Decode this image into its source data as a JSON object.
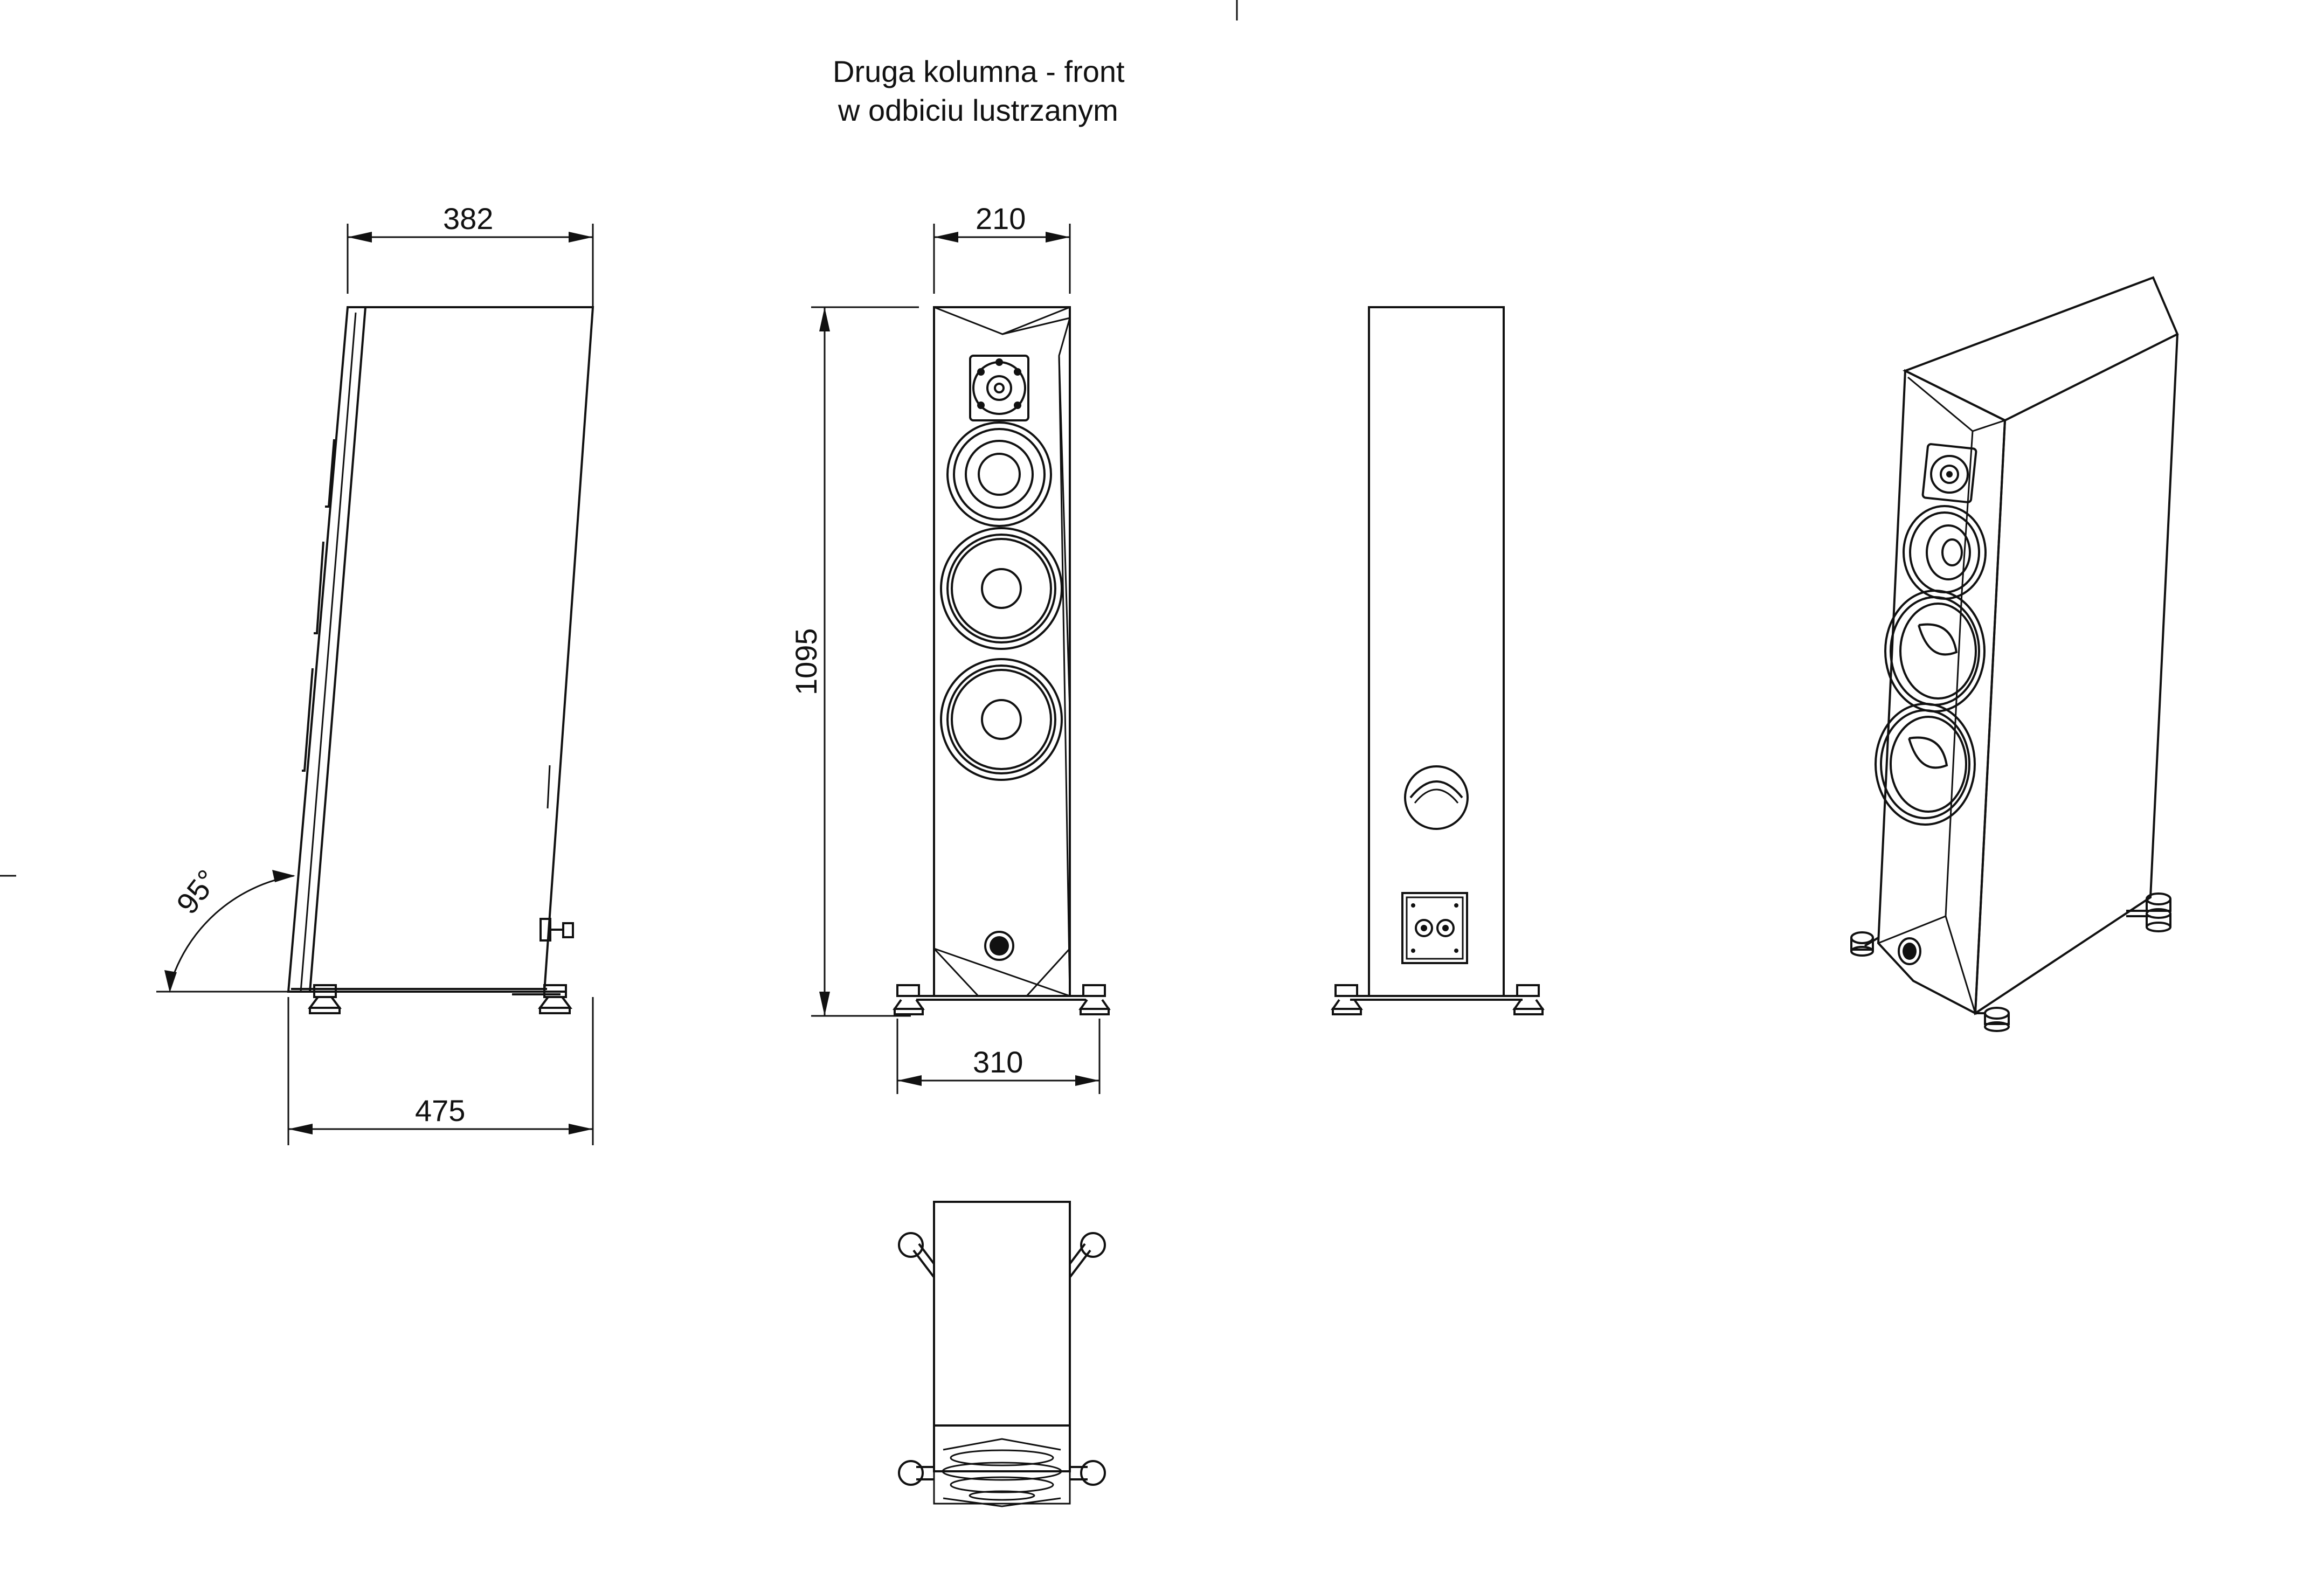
{
  "title": {
    "line1": "Druga kolumna - front",
    "line2": "w odbiciu lustrzanym"
  },
  "dimensions": {
    "side_top_width": "382",
    "side_base_width": "475",
    "side_angle": "95°",
    "front_width": "210",
    "front_height": "1095",
    "front_base_width": "310"
  },
  "colors": {
    "line": "#111111",
    "background": "#ffffff"
  }
}
